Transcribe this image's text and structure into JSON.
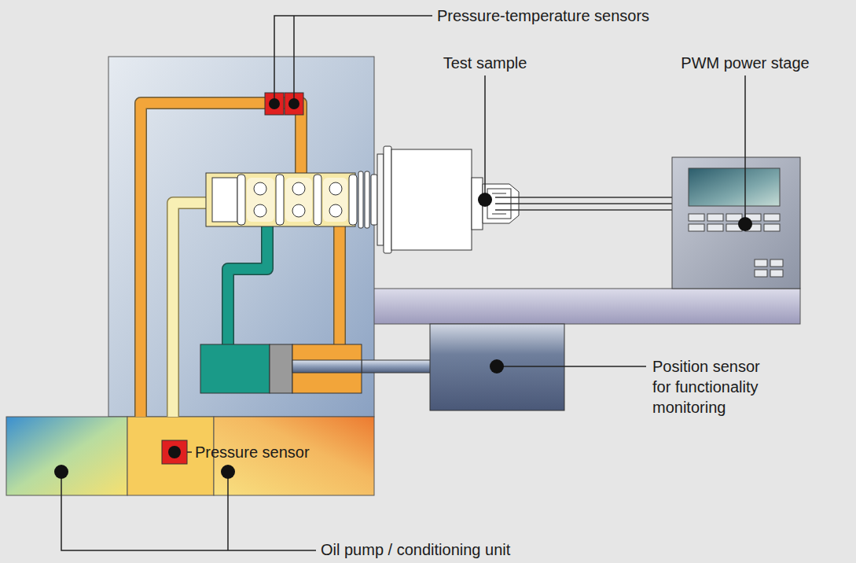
{
  "diagram": {
    "labels": [
      "Pressure-temperature sensors",
      "Test sample",
      "PWM power stage",
      "Position sensor for functionality monitoring",
      "Pressure sensor",
      "Oil pump / conditioning unit"
    ]
  }
}
